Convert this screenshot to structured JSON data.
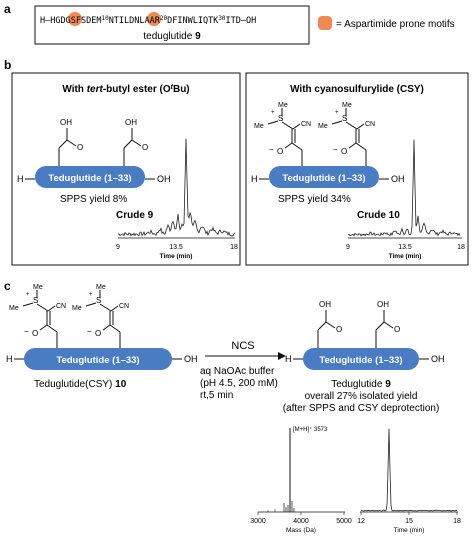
{
  "panel_labels": {
    "a": "a",
    "b": "b",
    "c": "c"
  },
  "colors": {
    "highlight": "#ef8a55",
    "pill": "#4a7cc4",
    "pill_text": "#ffffff"
  },
  "panel_a": {
    "seq_prefix": "H—HG",
    "seq_d1": "D",
    "seq_g": "G",
    "seq_mid1": "SFSDEM",
    "sup10": "10",
    "seq_mid2": "NTILD",
    "seq_d2": "N",
    "seq_mid3": "LAAR",
    "sup20": "20",
    "seq_mid4": "DFINWLIQTK",
    "sup30": "30",
    "seq_end": "ITD—OH",
    "caption": "teduglutide",
    "caption_num": "9",
    "legend": "= Aspartimide prone motifs"
  },
  "panel_b_left": {
    "title_pre": "With ",
    "title_italic": "tert",
    "title_mid": "-butyl ester (O",
    "title_sup": "t",
    "title_post": "Bu)",
    "pill": "Teduglutide (1–33)",
    "h": "H",
    "oh": "OH",
    "yield": "SPPS yield 8%",
    "crude_label": "Crude 9",
    "ticks": [
      "9",
      "13.5",
      "18"
    ],
    "xlabel": "Time (min)"
  },
  "panel_b_right": {
    "title": "With cyanosulfurylide (CSY)",
    "pill": "Teduglutide (1–33)",
    "h": "H",
    "oh": "OH",
    "yield": "SPPS yield 34%",
    "crude_label": "Crude 10",
    "ticks": [
      "9",
      "13.5",
      "18"
    ],
    "xlabel": "Time (min)"
  },
  "panel_c": {
    "pill_left": "Teduglutide (1–33)",
    "pill_right": "Teduglutide (1–33)",
    "h": "H",
    "oh": "OH",
    "left_caption": "Teduglutide(CSY)",
    "left_num": "10",
    "reagent": "NCS",
    "cond1": "aq NaOAc buffer",
    "cond2": "(pH 4.5, 200 mM)",
    "cond3": "rt,5 min",
    "right_caption": "Teduglutide",
    "right_num": "9",
    "overall": "overall 27% isolated yield",
    "after": "(after SPPS and CSY deprotection)",
    "ms_peak": "[M+H]⁺ 3573",
    "ms_ticks": [
      "3000",
      "4000",
      "5000"
    ],
    "ms_xlabel": "Mass (Da)",
    "hplc_ticks": [
      "12",
      "15",
      "18"
    ],
    "hplc_xlabel": "Time (min)"
  },
  "chem": {
    "o": "O",
    "oh": "OH",
    "me": "Me",
    "s": "S",
    "cn": "CN",
    "plus": "+",
    "minus": "−"
  }
}
